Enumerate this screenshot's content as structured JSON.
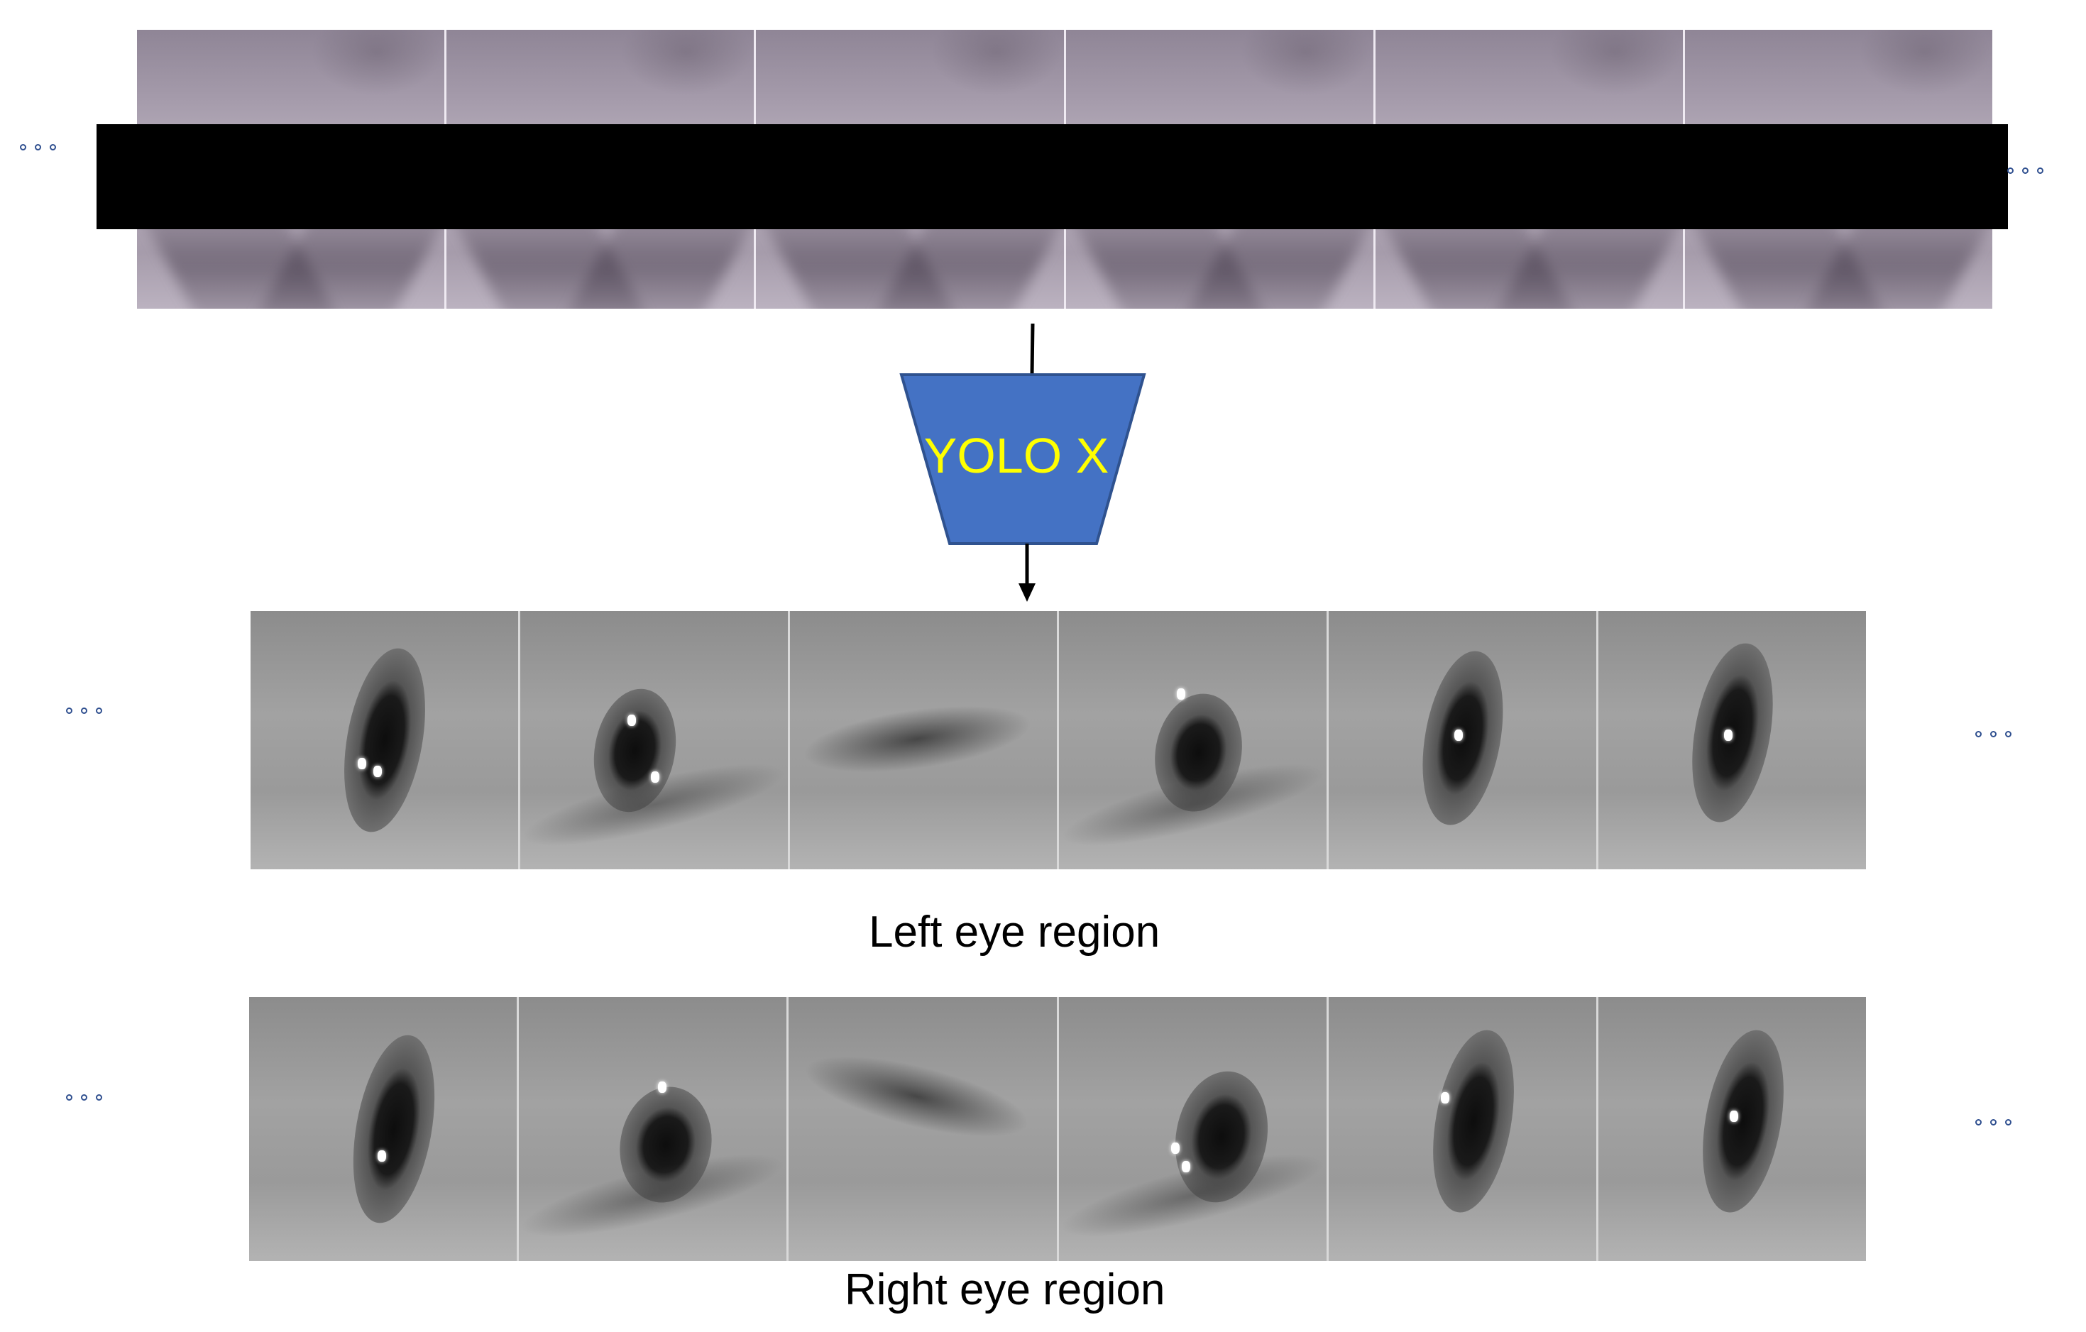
{
  "input_frames": {
    "frame_count": 6,
    "redacted": true,
    "face_tint": "#a99fae"
  },
  "model": {
    "label": "YOLO X",
    "fill_color": "#4472c4",
    "text_color": "#ffff00",
    "outline_color": "#2f528f"
  },
  "left_eye": {
    "caption": "Left eye region",
    "frames": [
      {
        "state": "open",
        "glints": 2
      },
      {
        "state": "half-open",
        "glints": 2
      },
      {
        "state": "closed",
        "glints": 0
      },
      {
        "state": "half-open",
        "glints": 1
      },
      {
        "state": "open",
        "glints": 1
      },
      {
        "state": "open",
        "glints": 1
      }
    ]
  },
  "right_eye": {
    "caption": "Right eye region",
    "frames": [
      {
        "state": "open",
        "glints": 1
      },
      {
        "state": "half-open",
        "glints": 1
      },
      {
        "state": "closed",
        "glints": 0
      },
      {
        "state": "half-open",
        "glints": 2
      },
      {
        "state": "open",
        "glints": 1
      },
      {
        "state": "open",
        "glints": 1
      }
    ]
  },
  "ellipsis_icon": "ellipsis-icon",
  "arrow_icon": "arrow-down-icon",
  "accent_dot_color": "#2f4f8f"
}
